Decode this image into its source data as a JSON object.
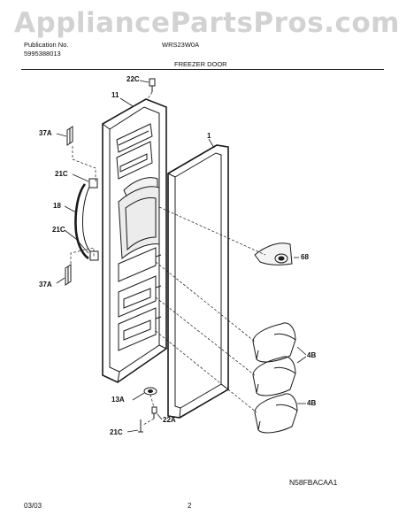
{
  "watermark": "AppliancePartsPros.com",
  "header": {
    "publication_label": "Publication No.",
    "publication_number": "5995388013",
    "model": "WRS23W0A",
    "section_title": "FREEZER DOOR"
  },
  "callouts": {
    "c22c": "22C",
    "c11": "11",
    "c37a_top": "37A",
    "c1": "1",
    "c21c_top": "21C",
    "c18": "18",
    "c21c_mid": "21C",
    "c68": "68",
    "c37a_bottom": "37A",
    "c4b_top": "4B",
    "c4b_bottom": "4B",
    "c13a": "13A",
    "c22a": "22A",
    "c21c_bottom": "21C"
  },
  "footer": {
    "date": "03/03",
    "page_number": "2",
    "diagram_code": "N58FBACAA1"
  },
  "colors": {
    "line": "#1a1a1a",
    "watermark": "#d2d2d2"
  }
}
